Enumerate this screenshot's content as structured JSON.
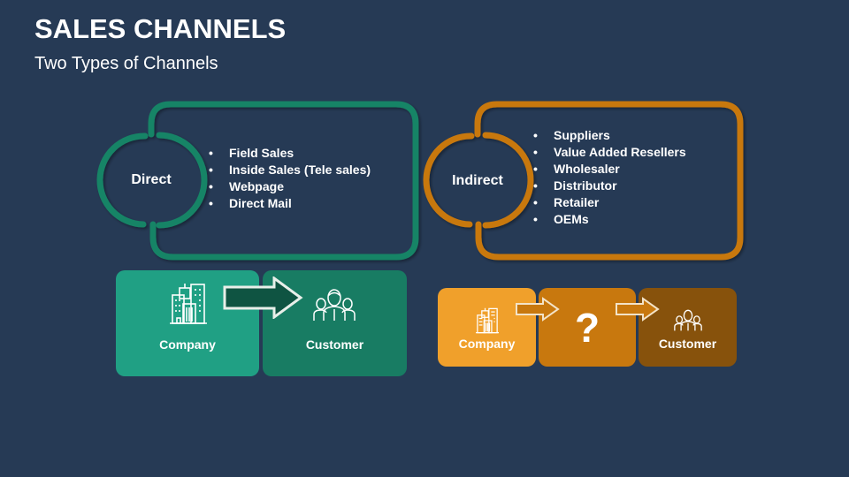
{
  "header": {
    "title": "SALES CHANNELS",
    "subtitle": "Two Types of Channels"
  },
  "colors": {
    "background": "#263a55",
    "direct_accent": "#178466",
    "direct_tile_company": "#20a084",
    "direct_tile_customer": "#187c63",
    "direct_arrow_fill": "#0f5442",
    "indirect_accent": "#c8780e",
    "indirect_tile_company": "#f0a02b",
    "indirect_tile_middle": "#c8780e",
    "indirect_tile_customer": "#87520c"
  },
  "direct": {
    "label": "Direct",
    "items": [
      "Field Sales",
      "Inside Sales (Tele sales)",
      "Webpage",
      "Direct Mail"
    ],
    "flow": {
      "company_label": "Company",
      "customer_label": "Customer",
      "company_icon": "office-buildings-icon",
      "customer_icon": "people-group-icon",
      "arrow_icon": "right-arrow-icon"
    }
  },
  "indirect": {
    "label": "Indirect",
    "items": [
      "Suppliers",
      "Value Added Resellers",
      "Wholesaler",
      "Distributor",
      "Retailer",
      "OEMs"
    ],
    "flow": {
      "company_label": "Company",
      "middle_label": "?",
      "customer_label": "Customer",
      "company_icon": "office-buildings-icon",
      "customer_icon": "people-group-icon",
      "arrow_icon": "right-arrow-icon"
    }
  }
}
